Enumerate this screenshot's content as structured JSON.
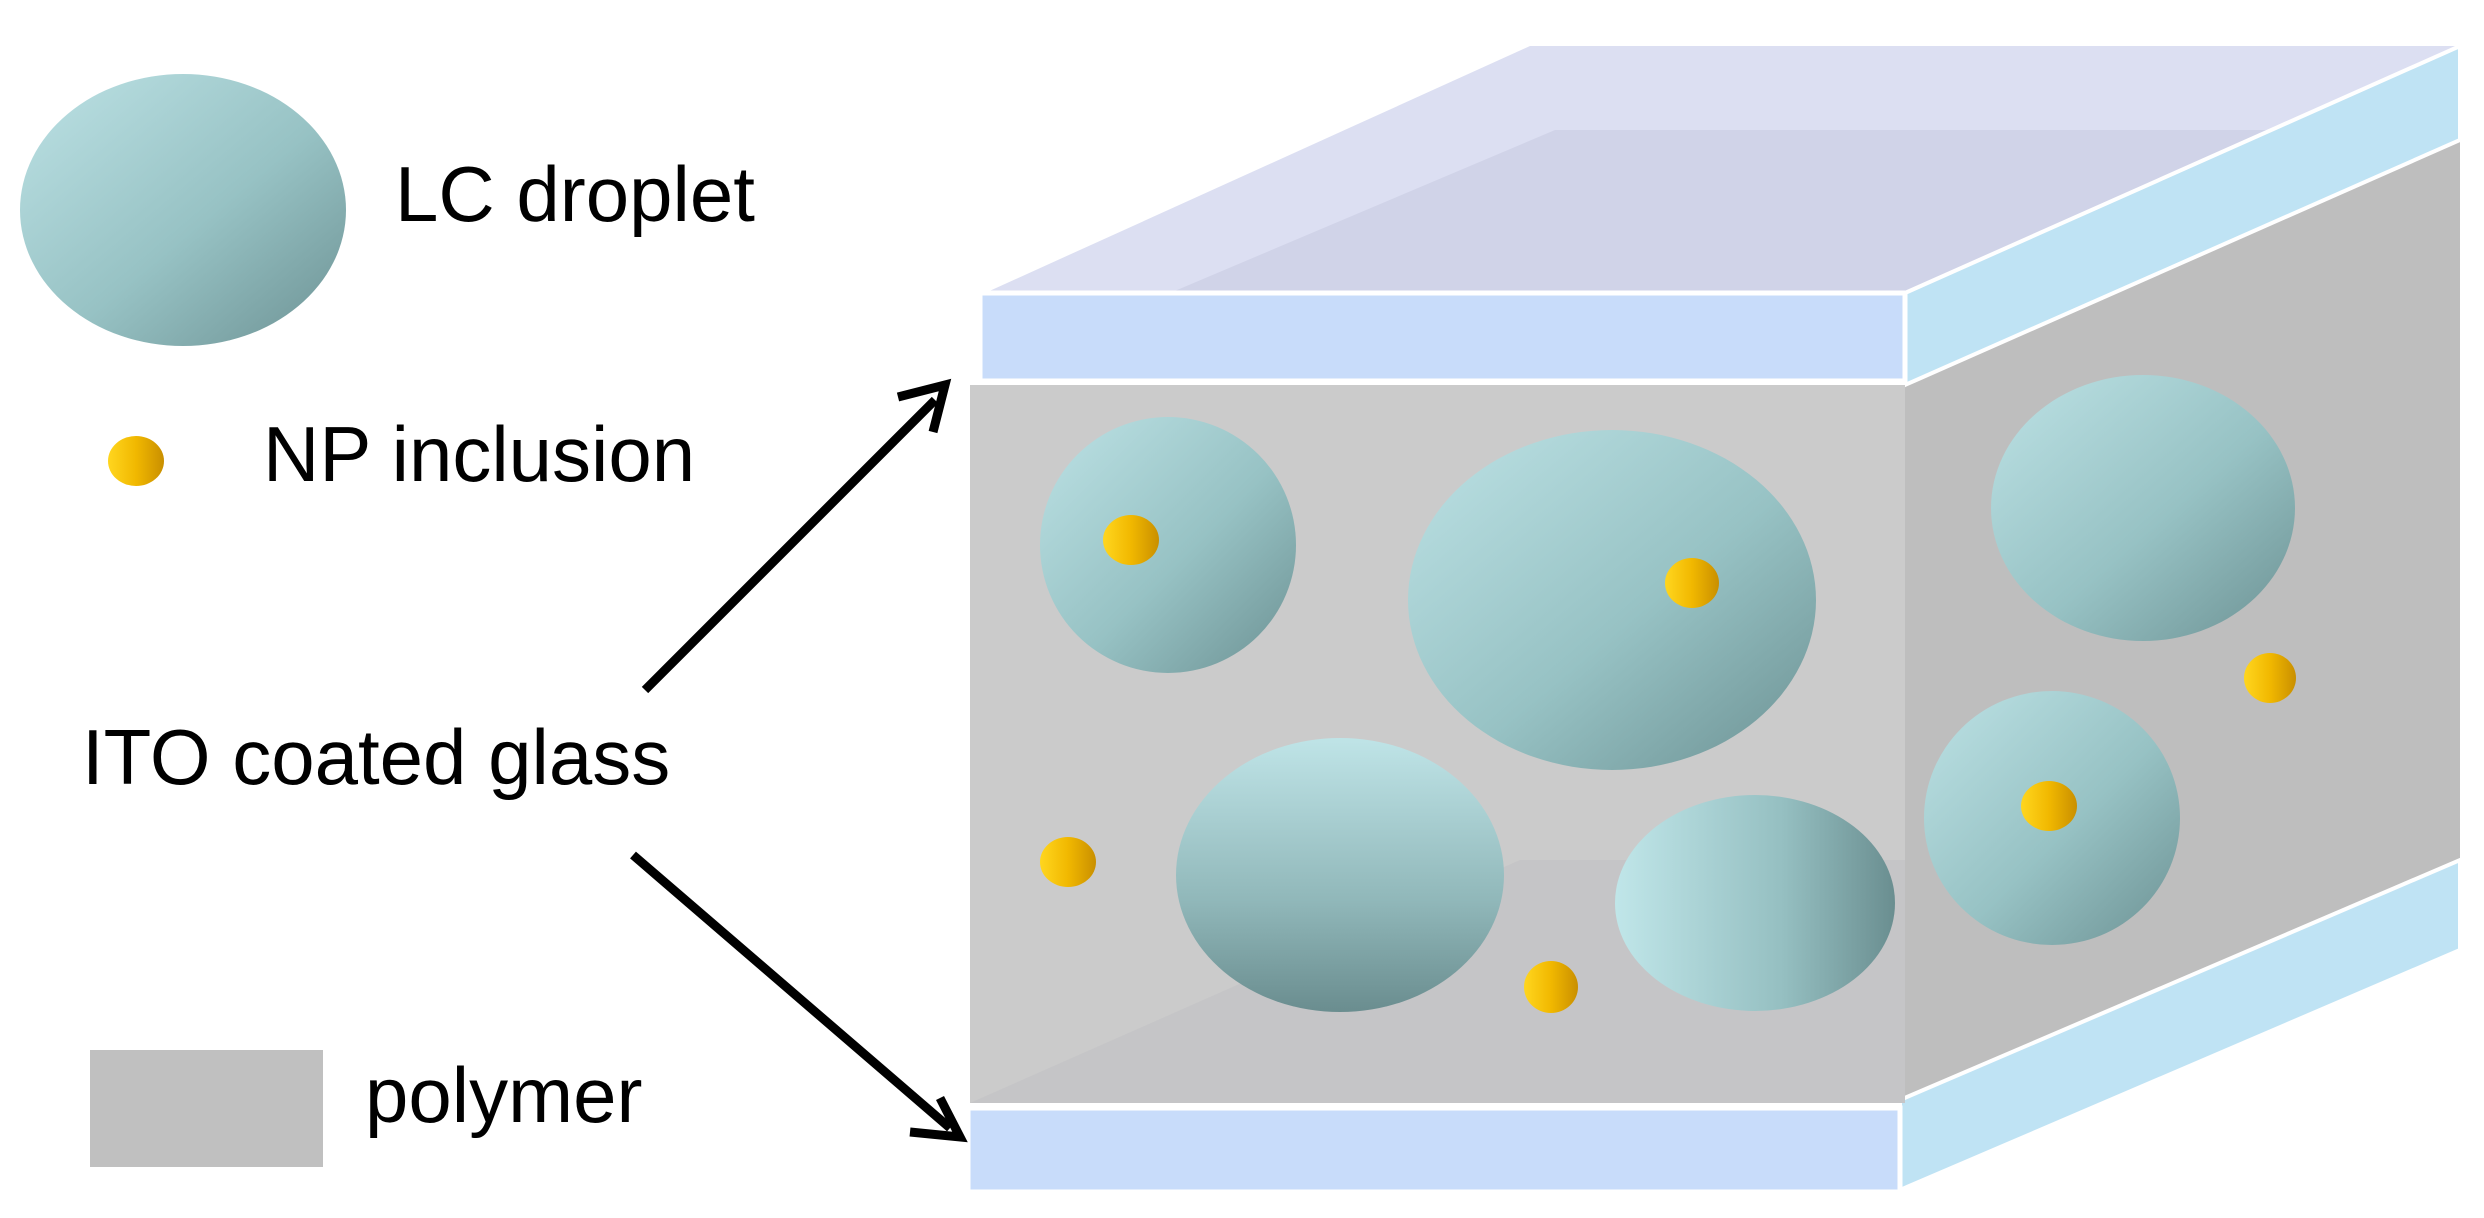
{
  "legend": {
    "lc_droplet": "LC droplet",
    "np_inclusion": "NP inclusion",
    "ito_glass": "ITO coated glass",
    "polymer": "polymer"
  },
  "colors": {
    "lc_droplet_light": "#b8dfe2",
    "lc_droplet_mid": "#95c1c3",
    "lc_droplet_dark": "#6f9597",
    "np_light": "#ffd21a",
    "np_dark": "#d79a00",
    "polymer_front": "#cbcbcb",
    "polymer_side": "#bdbdbd",
    "polymer_legend": "#c0c0c0",
    "glass_front": "#c8dcfa",
    "glass_side": "#bfe3f4",
    "glass_top": "#dcdff2",
    "arrow": "#000000"
  },
  "icons": {
    "droplet": "lc-droplet-icon",
    "nanoparticle": "np-inclusion-icon",
    "polymer": "polymer-swatch-icon",
    "arrow": "arrow-icon"
  }
}
